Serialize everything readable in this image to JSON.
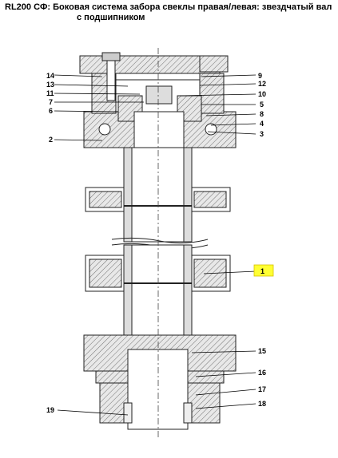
{
  "title_line1": "RL200 СФ: Боковая система забора свеклы правая/левая: звездчатый вал",
  "title_line2": "с подшипником",
  "highlight_color": "#ffff33",
  "callouts": [
    {
      "id": "c14",
      "text": "14"
    },
    {
      "id": "c13",
      "text": "13"
    },
    {
      "id": "c11",
      "text": "11"
    },
    {
      "id": "c7",
      "text": "7"
    },
    {
      "id": "c6",
      "text": "6"
    },
    {
      "id": "c2",
      "text": "2"
    },
    {
      "id": "c9",
      "text": "9"
    },
    {
      "id": "c12",
      "text": "12"
    },
    {
      "id": "c10",
      "text": "10"
    },
    {
      "id": "c5",
      "text": "5"
    },
    {
      "id": "c8",
      "text": "8"
    },
    {
      "id": "c4",
      "text": "4"
    },
    {
      "id": "c3",
      "text": "3"
    },
    {
      "id": "c1",
      "text": "1"
    },
    {
      "id": "c15",
      "text": "15"
    },
    {
      "id": "c16",
      "text": "16"
    },
    {
      "id": "c17",
      "text": "17"
    },
    {
      "id": "c18",
      "text": "18"
    },
    {
      "id": "c19",
      "text": "19"
    }
  ]
}
